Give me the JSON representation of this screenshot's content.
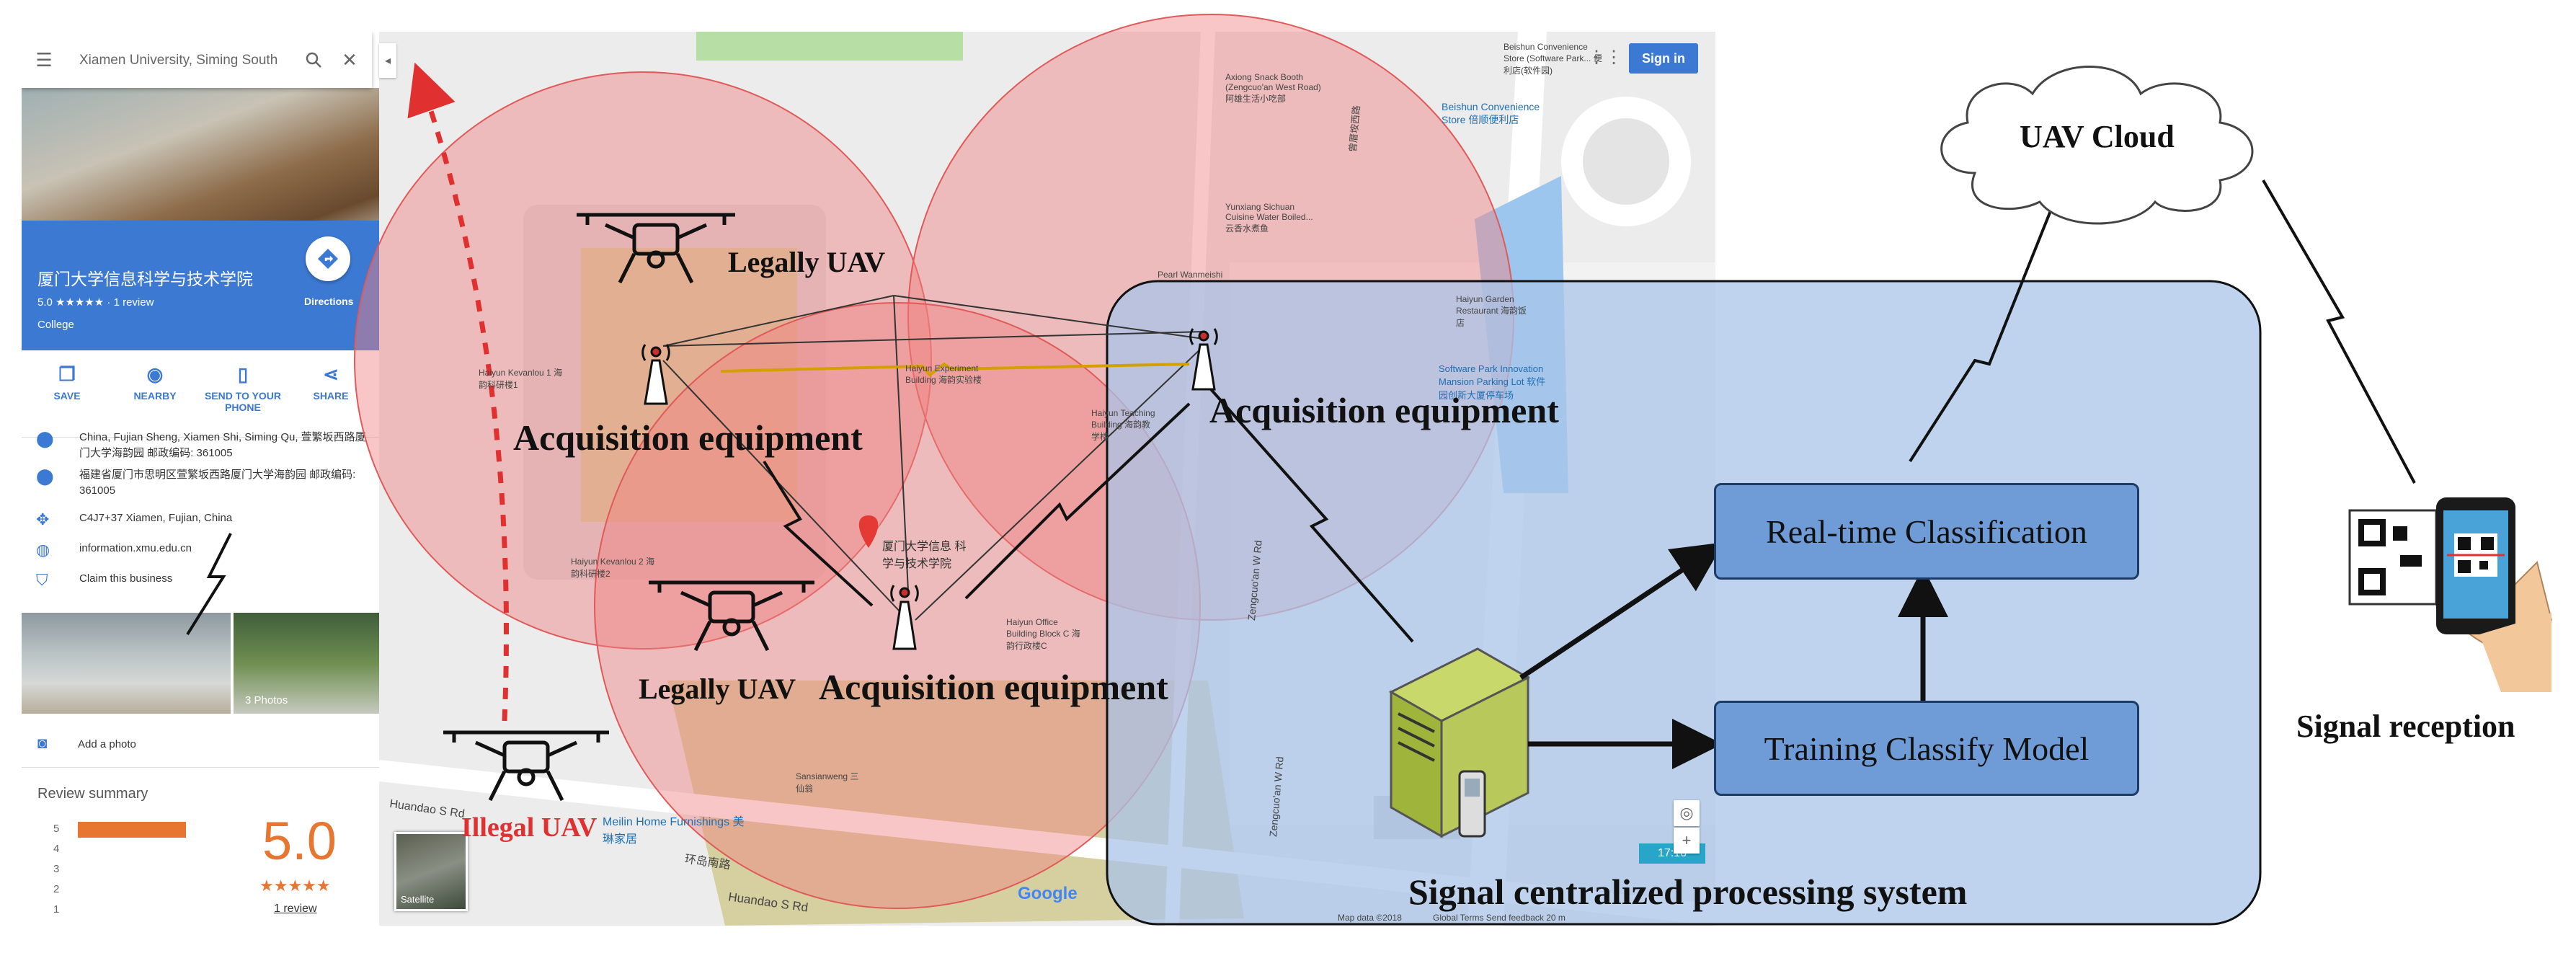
{
  "left_panel": {
    "search_value": "Xiamen University, Siming South",
    "place_title": "厦门大学信息科学与技术学院",
    "rating_line": "5.0 ★★★★★ · 1 review",
    "category": "College",
    "directions_label": "Directions",
    "actions": [
      "SAVE",
      "NEARBY",
      "SEND TO YOUR PHONE",
      "SHARE"
    ],
    "details": [
      "China, Fujian Sheng, Xiamen Shi, Siming Qu, 萱繁坂西路厦门大学海韵园 邮政编码: 361005",
      "福建省厦门市思明区萱繁坂西路厦门大学海韵园 邮政编码: 361005",
      "C4J7+37 Xiamen, Fujian, China",
      "information.xmu.edu.cn",
      "Claim this business"
    ],
    "photos_label": "3 Photos",
    "add_photo": "Add a photo",
    "review_summary": "Review summary",
    "star_rows": [
      "5",
      "4",
      "3",
      "2",
      "1"
    ],
    "big_rating": "5.0",
    "big_stars": "★★★★★",
    "review_link": "1 review"
  },
  "map": {
    "labels": {
      "axiong": "Axiong Snack Booth (Zengcuo'an West Road) 阿雄生活小吃部",
      "yunxiang": "Yunxiang Sichuan Cuisine Water Boiled... 云香水煮鱼",
      "beishun_store": "Beishun Convenience Store (Software Park... 便利店(软件园)",
      "beishun": "Beishun Convenience Store 倍顺便利店",
      "pearl": "Pearl Wanmeishi",
      "haiyun_garden": "Haiyun Garden Restaurant 海韵饭店",
      "software_park": "Software Park Innovation Mansion Parking Lot 软件园创新大厦停车场",
      "kevanlou1": "Haiyun Kevanlou 1 海韵科研楼1",
      "kevanlou2": "Haiyun Kevanlou 2 海韵科研楼2",
      "teaching": "Haiyun Teaching Building 海韵教学楼",
      "experiment": "Haiyun Experiment Building 海韵实验楼",
      "office_c": "Haiyun Office Building Block C 海韵行政楼C",
      "xmu_pin": "厦门大学信息 科学与技术学院",
      "sansianweng": "Sansianweng 三仙翁",
      "meilin": "Meilin Home Furnishings 美琳家居",
      "huandao_s": "Huandao S Rd",
      "huandao_s2": "Huandao S Rd",
      "huandao_cn": "环岛南路",
      "zengcuoan": "Zengcuo'an W Rd",
      "zengcuoan2": "Zengcuo'an W Rd",
      "zengcuoan3": "曾厝垵西路",
      "map_data": "Map data ©2018",
      "terms": "Global   Terms   Send feedback   20 m",
      "google": "Google",
      "satellite": "Satellite",
      "time": "17:16"
    },
    "sign_in": "Sign in"
  },
  "diagram": {
    "legally_uav_1": "Legally UAV",
    "legally_uav_2": "Legally UAV",
    "illegal_uav": "Illegal UAV",
    "acq_1": "Acquisition equipment",
    "acq_2": "Acquisition equipment",
    "acq_3": "Acquisition equipment",
    "uav_cloud": "UAV Cloud",
    "realtime": "Real-time Classification",
    "training": "Training Classify Model",
    "signal_system": "Signal centralized processing system",
    "signal_reception": "Signal reception"
  },
  "colors": {
    "coverage_red": "#f08080",
    "processing_blue": "#a9c4e8",
    "box_blue": "#6f9bd6",
    "maps_blue": "#3c79d2",
    "illegal_red": "#e03030"
  }
}
